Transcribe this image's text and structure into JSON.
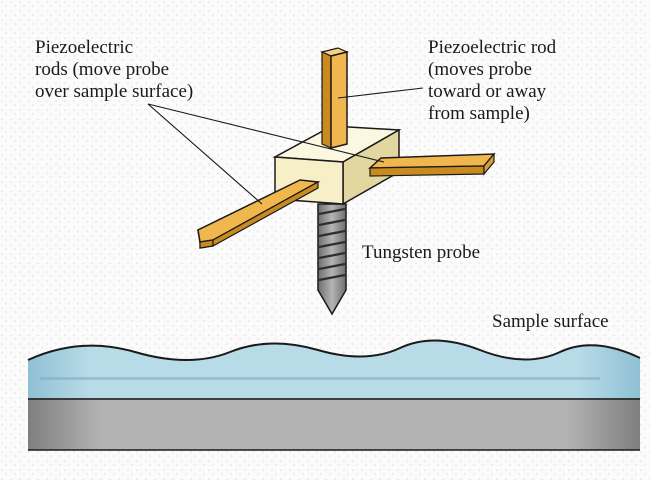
{
  "labels": {
    "xy_rods": "Piezoelectric\nrods (move probe\nover sample surface)",
    "z_rod": "Piezoelectric rod\n(moves probe\ntoward or away\nfrom sample)",
    "probe": "Tungsten probe",
    "sample": "Sample surface"
  },
  "colors": {
    "background": "#fbfbfb",
    "rod": "#f0b74f",
    "rod_shade": "#c98a1f",
    "block": "#f6efc8",
    "block_top": "#fbf7e0",
    "block_side": "#e3d7a0",
    "probe": "#9c9c9c",
    "probe_dark": "#5e5e5e",
    "sample_water": "#a9cfdd",
    "sample_base": "#a9a9a9",
    "outline": "#1a1a1a"
  },
  "icons": {
    "xy_rods": "horizontal-piezo-rod-icon",
    "z_rod": "vertical-piezo-rod-icon",
    "block": "scanner-block-icon",
    "probe": "tungsten-probe-icon",
    "sample": "sample-surface-icon"
  }
}
